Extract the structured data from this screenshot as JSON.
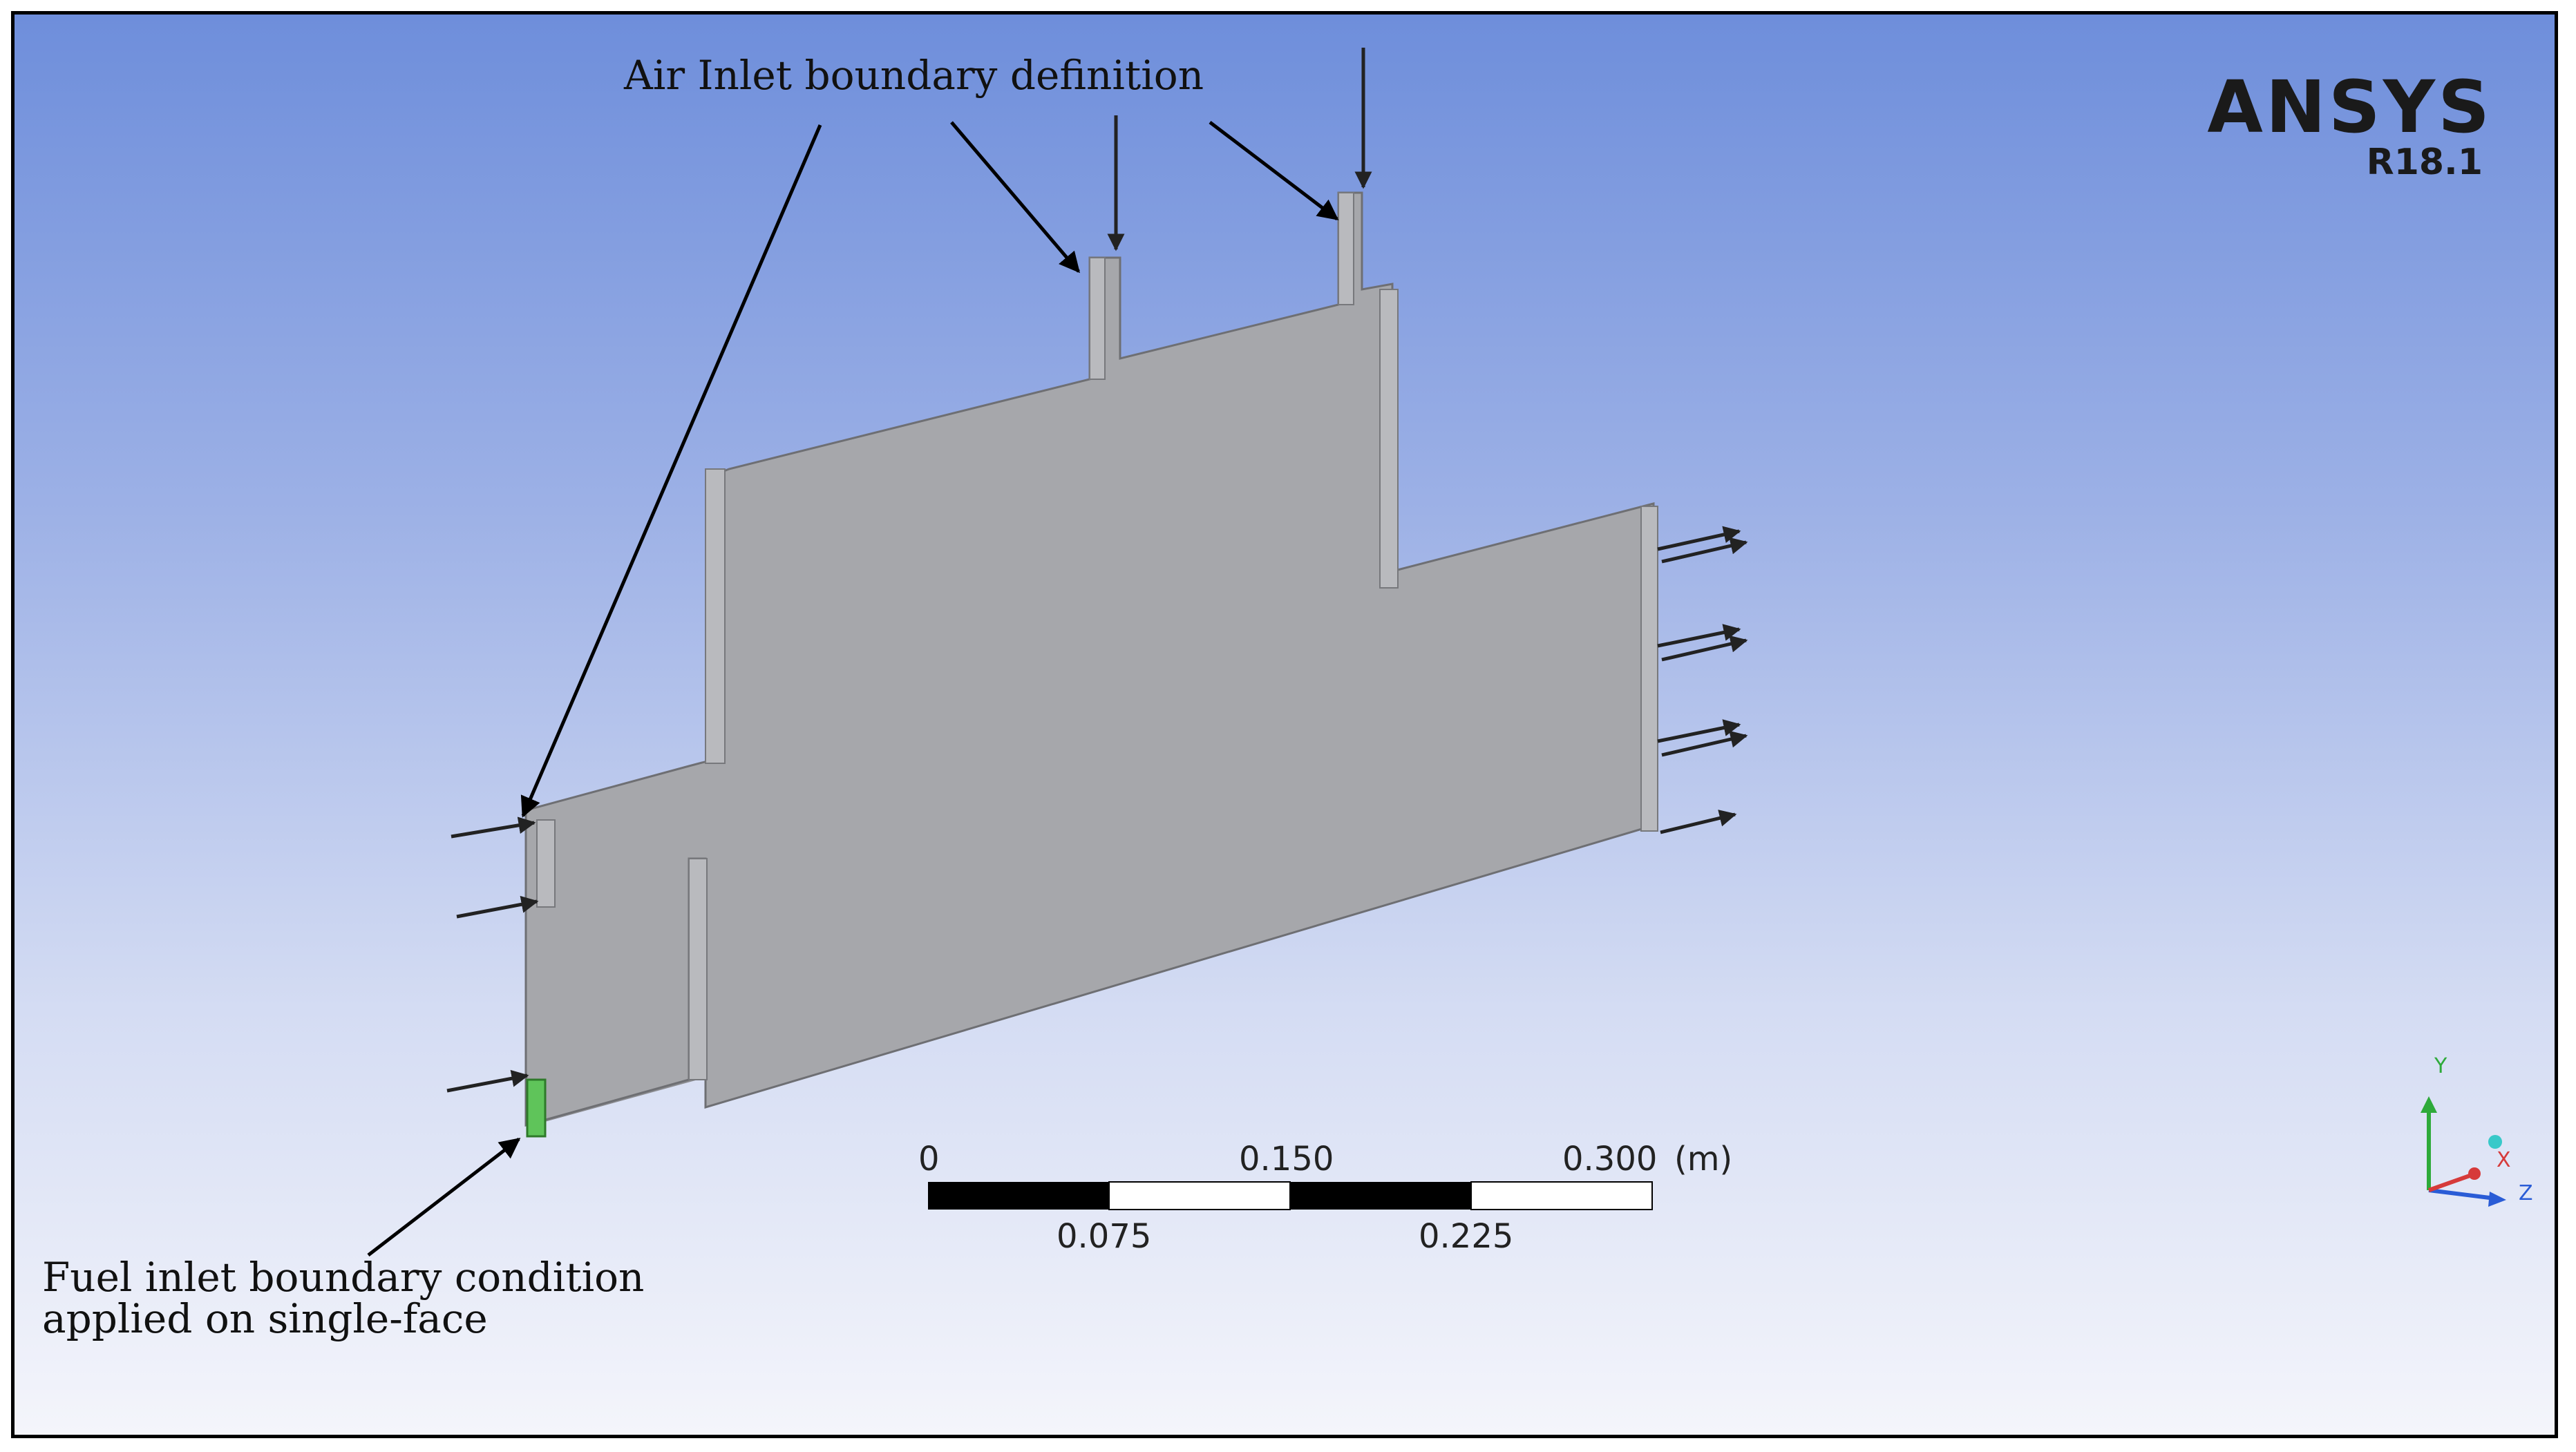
{
  "annotations": {
    "air_inlet": "Air Inlet boundary definition",
    "fuel_inlet_line1": "Fuel inlet boundary condition",
    "fuel_inlet_line2": "applied on single-face"
  },
  "logo": {
    "name": "ANSYS",
    "version": "R18.1"
  },
  "scale_bar": {
    "top_labels": [
      "0",
      "0.150",
      "0.300"
    ],
    "unit": "(m)",
    "bottom_labels": [
      "0.075",
      "0.225"
    ]
  },
  "triad": {
    "y": "Y",
    "x": "X",
    "z": "Z"
  },
  "colors": {
    "background_top": "#6e8edb",
    "background_bottom": "#f4f5fb",
    "geometry_face": "#a6a7ab",
    "fuel_inlet_face": "#5fc45a",
    "axis_y": "#2eaa3a",
    "axis_z": "#2a5cd6",
    "axis_x": "#d63a3a"
  },
  "icons": [
    "flow-arrow-icon",
    "axis-triad-icon"
  ]
}
